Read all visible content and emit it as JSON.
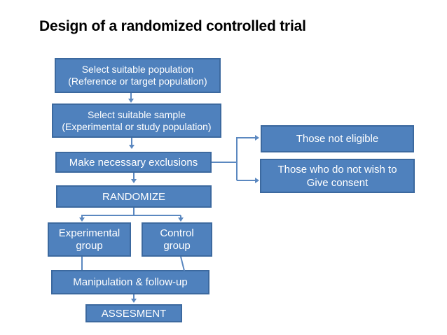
{
  "title": "Design of a randomized controlled trial",
  "colors": {
    "box_fill": "#4f81bd",
    "box_border": "#3c699f",
    "connector": "#5b88c0",
    "box_text": "#ffffff",
    "title_color": "#000000",
    "background": "#ffffff"
  },
  "flowchart": {
    "population": {
      "line1": "Select suitable population",
      "line2": "(Reference or target population)"
    },
    "sample": {
      "line1": "Select suitable sample",
      "line2": "(Experimental or study population)"
    },
    "exclusions": {
      "label": "Make necessary exclusions"
    },
    "randomize": {
      "label": "RANDOMIZE"
    },
    "experimental": {
      "line1": "Experimental",
      "line2": "group"
    },
    "control": {
      "line1": "Control",
      "line2": "group"
    },
    "manipulation": {
      "label": "Manipulation & follow-up"
    },
    "assessment": {
      "label": "ASSESMENT"
    },
    "not_eligible": {
      "label": "Those not eligible"
    },
    "no_consent": {
      "line1": "Those who do not wish to",
      "line2": "Give consent"
    }
  }
}
